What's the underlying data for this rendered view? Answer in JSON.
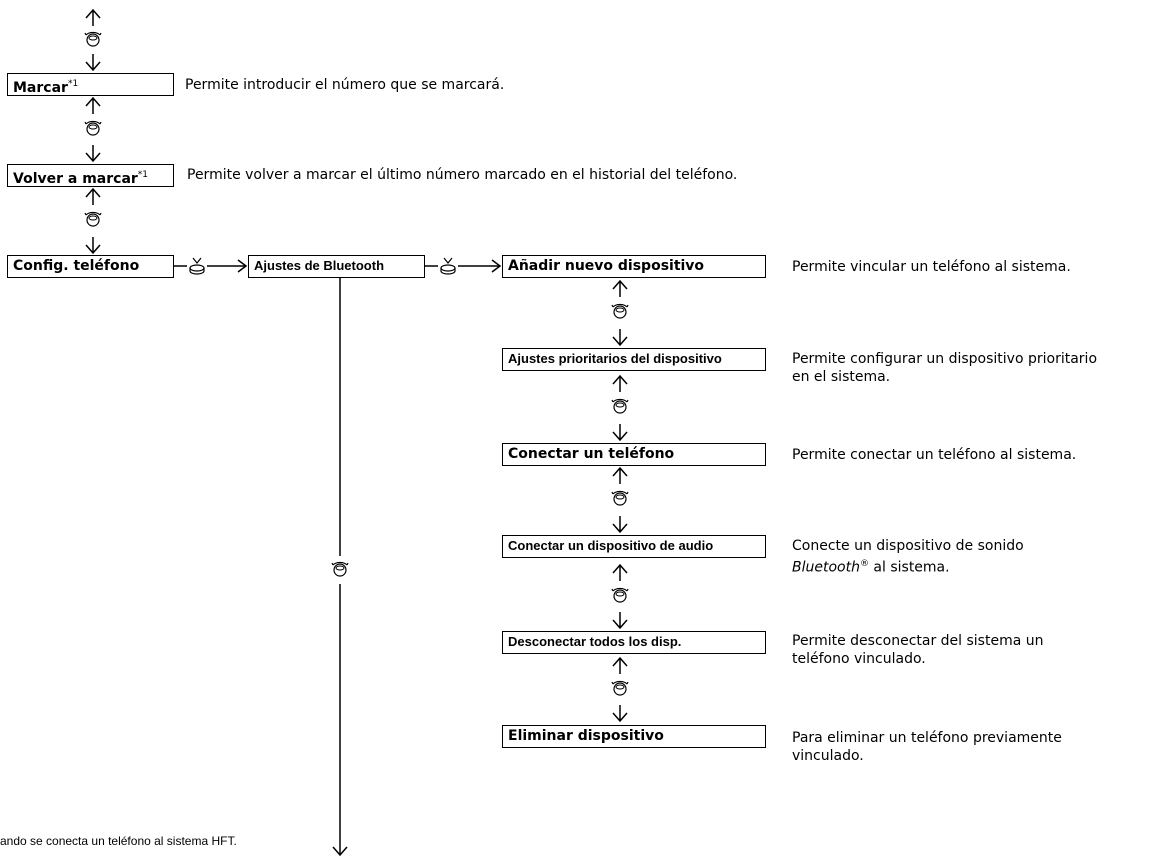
{
  "menu": {
    "marcar": {
      "label": "Marcar",
      "footnote": "*1",
      "description": "Permite introducir el número que se marcará."
    },
    "volver": {
      "label": "Volver a marcar",
      "footnote": "*1",
      "description": "Permite volver a marcar el último número marcado en el historial del teléfono."
    },
    "config": {
      "label": "Config. teléfono"
    },
    "bluetooth": {
      "label": "Ajustes de Bluetooth"
    }
  },
  "bluetooth_items": [
    {
      "label": "Añadir nuevo dispositivo",
      "description": "Permite vincular un teléfono al sistema."
    },
    {
      "label": "Ajustes prioritarios del dispositivo",
      "description_line1": "Permite configurar un dispositivo prioritario",
      "description_line2": "en el sistema."
    },
    {
      "label": "Conectar un teléfono",
      "description": "Permite conectar un teléfono al sistema."
    },
    {
      "label": "Conectar un dispositivo de audio",
      "description_line1": "Conecte un dispositivo de sonido",
      "description_line2_italic": "Bluetooth",
      "description_line2_reg": "®",
      "description_line2_rest": " al sistema."
    },
    {
      "label": "Desconectar todos los disp.",
      "description_line1": "Permite desconectar del sistema un",
      "description_line2": "teléfono vinculado."
    },
    {
      "label": "Eliminar dispositivo",
      "description_line1": "Para eliminar un teléfono previamente",
      "description_line2": "vinculado."
    }
  ],
  "footnote_text": "ando se conecta un teléfono al sistema HFT.",
  "icons": {
    "rotate": "rotate-knob-icon",
    "press": "press-knob-icon"
  }
}
